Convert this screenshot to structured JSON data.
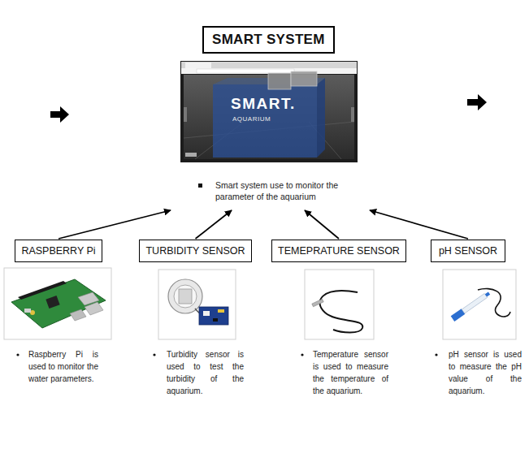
{
  "diagram": {
    "title": "SMART SYSTEM",
    "nodes": [
      {
        "text": [
          "Smart system use to monitor the parameter of the aquarium"
        ]
      },
      {
        "text": [
          "RASPBERRY Pi"
        ]
      },
      {
        "text": [
          "TURBIDITY SENSOR"
        ]
      },
      {
        "text": [
          "TEMEPRATURE SENSOR"
        ]
      },
      {
        "text": [
          "pH SENSOR"
        ]
      }
    ],
    "edges": [
      {
        "from": 1,
        "to": 0,
        "arrow": "to"
      },
      {
        "from": 2,
        "to": 0,
        "arrow": "to"
      },
      {
        "from": 3,
        "to": 0,
        "arrow": "to"
      },
      {
        "from": 4,
        "to": 0,
        "arrow": "to"
      }
    ],
    "labels": [
      "SMART.",
      "AQUARIUM",
      "Raspberry Pi is used to monitor the water parameters.",
      "Turbidity sensor is used to test the turbidity of the aquarium.",
      "Temperature sensor is used to measure the temperature of the aquarium.",
      "pH sensor is used to measure the pH value of the aquarium."
    ]
  }
}
